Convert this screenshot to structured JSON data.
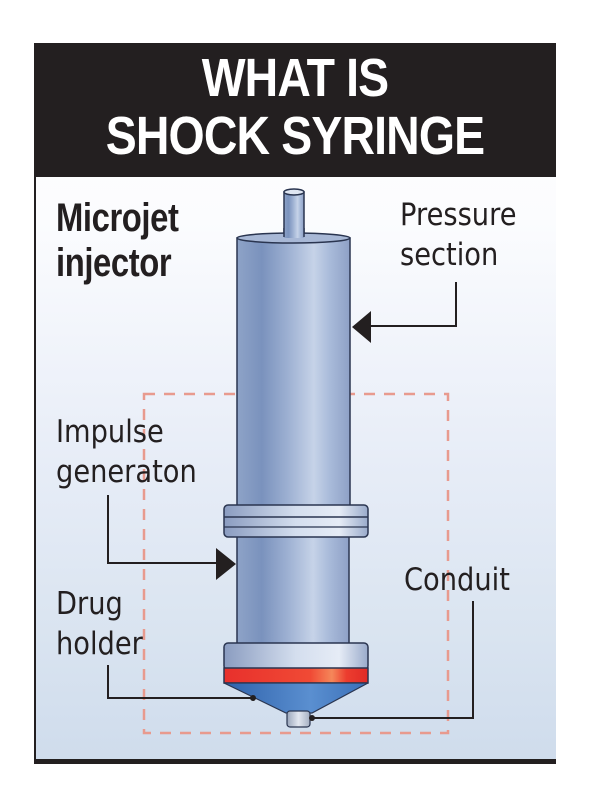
{
  "header": {
    "title_line1": "WHAT IS",
    "title_line2": "SHOCK SYRINGE"
  },
  "subtitle": {
    "line1": "Microjet",
    "line2": "injector"
  },
  "labels": {
    "pressure_section": {
      "line1": "Pressure",
      "line2": "section"
    },
    "impulse_generator": {
      "line1": "Impulse",
      "line2": "generaton"
    },
    "drug_holder": {
      "line1": "Drug",
      "line2": "holder"
    },
    "conduit": {
      "line1": "Conduit"
    }
  },
  "colors": {
    "header_bg": "#231f20",
    "header_text": "#ffffff",
    "cylinder_light": "#c3d1e6",
    "cylinder_dark": "#7a92bd",
    "outline": "#2a3550",
    "red_band": "#e8302c",
    "cone_blue": "#3a6fb8",
    "dashed_box": "#e89a8e",
    "panel_bottom": "#cfdcec"
  }
}
